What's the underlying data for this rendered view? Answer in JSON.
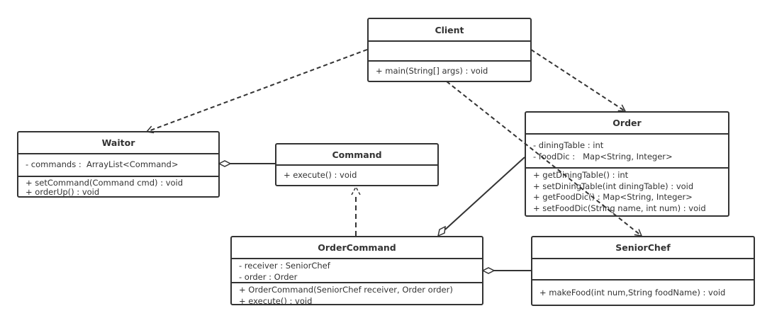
{
  "classes": {
    "client": {
      "name": "Client",
      "attributes": [],
      "methods": [
        "+ main(String[] args) : void"
      ]
    },
    "waitor": {
      "name": "Waitor",
      "attributes": [
        "- commands :  ArrayList<Command>"
      ],
      "methods": [
        "+ setCommand(Command cmd) : void",
        "+ orderUp() : void"
      ]
    },
    "command": {
      "name": "Command",
      "methods": [
        "+ execute() : void"
      ]
    },
    "order": {
      "name": "Order",
      "attributes": [
        "- diningTable : int",
        "- foodDic :   Map<String, Integer>"
      ],
      "methods": [
        "+ getDiningTable() : int",
        "+ setDiningTable(int diningTable) : void",
        "+ getFoodDic() : Map<String, Integer>",
        "+ setFoodDic(String name, int num) : void"
      ]
    },
    "orderCommand": {
      "name": "OrderCommand",
      "attributes": [
        "- receiver : SeniorChef",
        "- order : Order"
      ],
      "methods": [
        "+ OrderCommand(SeniorChef receiver, Order order)",
        "+ execute() : void"
      ]
    },
    "seniorChef": {
      "name": "SeniorChef",
      "attributes": [],
      "methods": [
        "+ makeFood(int num,String foodName) : void"
      ]
    }
  },
  "relations": [
    {
      "from": "Client",
      "to": "Waitor",
      "type": "dependency"
    },
    {
      "from": "Client",
      "to": "Order",
      "type": "dependency"
    },
    {
      "from": "Client",
      "to": "SeniorChef",
      "type": "dependency"
    },
    {
      "from": "Waitor",
      "to": "Command",
      "type": "aggregation"
    },
    {
      "from": "OrderCommand",
      "to": "Command",
      "type": "realization"
    },
    {
      "from": "OrderCommand",
      "to": "Order",
      "type": "aggregation"
    },
    {
      "from": "OrderCommand",
      "to": "SeniorChef",
      "type": "aggregation"
    }
  ],
  "colors": {
    "stroke": "#333333",
    "background": "#ffffff"
  }
}
